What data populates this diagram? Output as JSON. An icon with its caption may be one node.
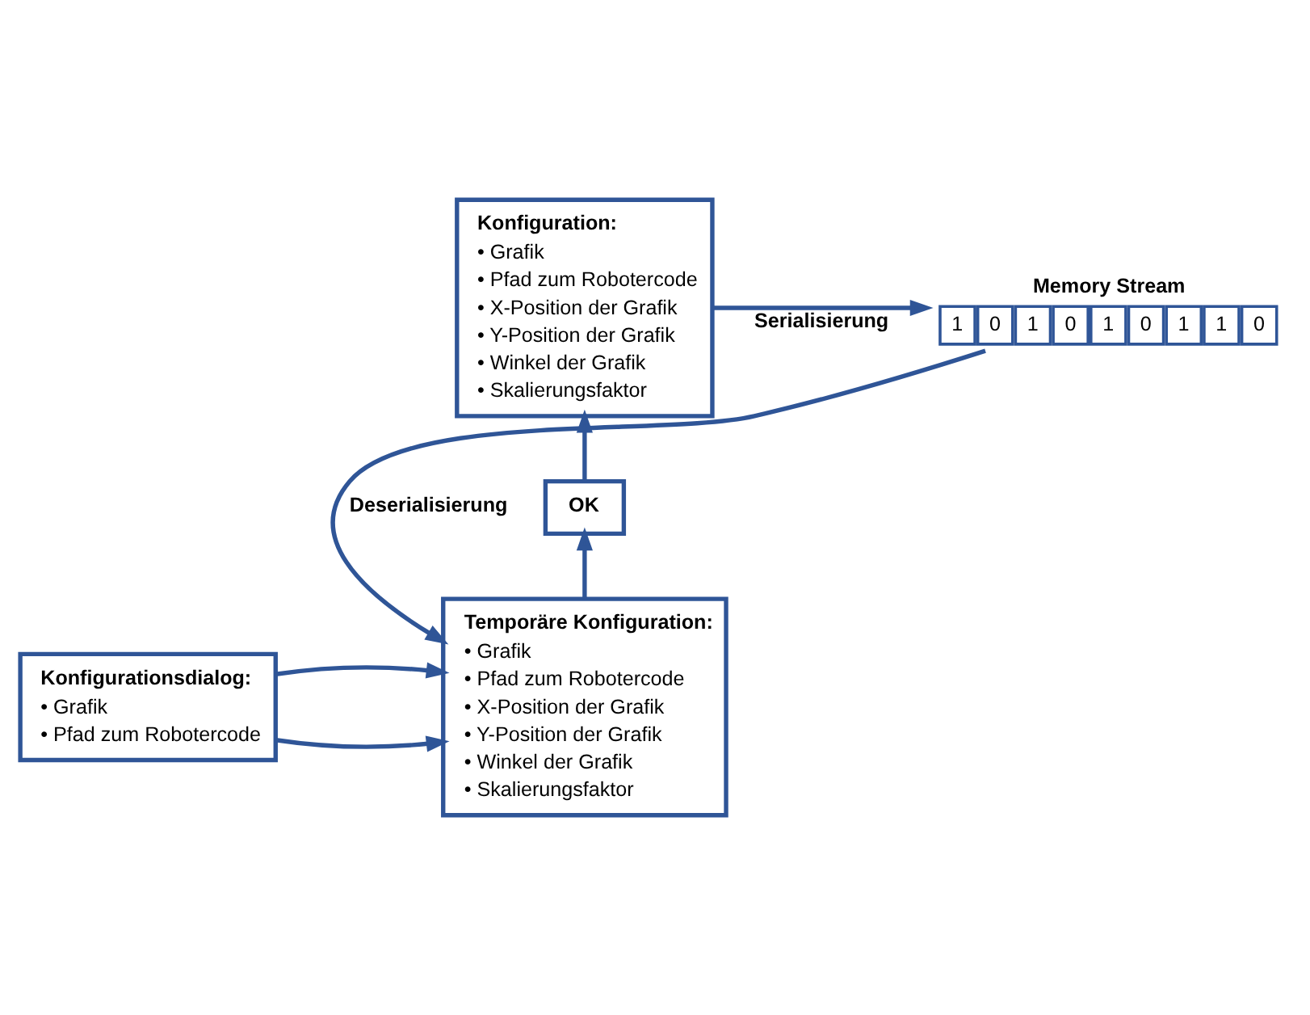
{
  "diagram": {
    "nodes": [
      {
        "text": [
          "Konfiguration:",
          "• Grafik",
          "• Pfad zum Robotercode",
          "• X-Position der Grafik",
          "• Y-Position der Grafik",
          "• Winkel der Grafik",
          "• Skalierungsfaktor"
        ]
      },
      {
        "text": [
          "Memory Stream",
          "1",
          "0",
          "1",
          "0",
          "1",
          "0",
          "1",
          "1",
          "0"
        ]
      },
      {
        "text": [
          "OK"
        ]
      },
      {
        "text": [
          "Temporäre Konfiguration:",
          "• Grafik",
          "• Pfad zum Robotercode",
          "• X-Position der Grafik",
          "• Y-Position der Grafik",
          "• Winkel der Grafik",
          "• Skalierungsfaktor"
        ]
      },
      {
        "text": [
          "Konfigurationsdialog:",
          "• Grafik",
          "• Pfad zum Robotercode"
        ]
      }
    ],
    "edges": [
      {
        "from": 0,
        "to": 1,
        "arrow": "to",
        "label": "Serialisierung"
      },
      {
        "from": 1,
        "to": 3,
        "arrow": "to",
        "label": "Deserialisierung"
      },
      {
        "from": 3,
        "to": 2,
        "arrow": "to"
      },
      {
        "from": 2,
        "to": 0,
        "arrow": "to"
      },
      {
        "from": 4,
        "to": 3,
        "arrow": "to"
      },
      {
        "from": 4,
        "to": 3,
        "arrow": "to"
      }
    ]
  }
}
